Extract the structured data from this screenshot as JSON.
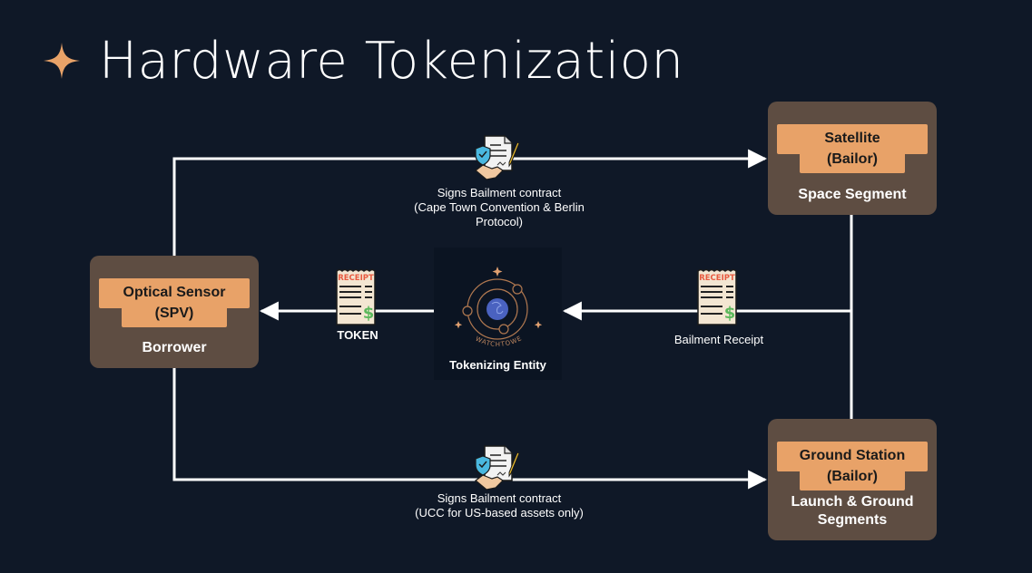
{
  "slide": {
    "title": "Hardware Tokenization",
    "icons": {
      "title_bullet": "four-point-sparkle-icon"
    },
    "colors": {
      "background": "#0f1827",
      "node_fill": "#5e4d42",
      "label_tab": "#e8a268",
      "connector": "#ffffff",
      "accent": "#e8a268"
    }
  },
  "nodes": {
    "satellite": {
      "tab_line1": "Satellite",
      "tab_line2": "(Bailor)",
      "subtitle": "Space Segment"
    },
    "optical_sensor": {
      "tab_line1": "Optical Sensor",
      "tab_line2": "(SPV)",
      "subtitle": "Borrower"
    },
    "ground_station": {
      "tab_line1": "Ground Station",
      "tab_line2": "(Bailor)",
      "subtitle_line1": "Launch & Ground",
      "subtitle_line2": "Segments"
    },
    "tokenizing_entity": {
      "logo_text": "WATCHTOWER",
      "label": "Tokenizing Entity"
    }
  },
  "edges": {
    "top_contract": {
      "icon": "contract-handshake-icon",
      "line1": "Signs Bailment contract",
      "line2": "(Cape Town Convention & Berlin",
      "line3": "Protocol)"
    },
    "bottom_contract": {
      "icon": "contract-handshake-icon",
      "line1": "Signs Bailment contract",
      "line2": "(UCC for US-based assets only)"
    },
    "bailment_receipt": {
      "icon": "receipt-icon",
      "receipt_header": "RECEIPT",
      "label": "Bailment Receipt"
    },
    "token": {
      "icon": "receipt-icon",
      "receipt_header": "RECEIPT",
      "label": "TOKEN"
    }
  }
}
